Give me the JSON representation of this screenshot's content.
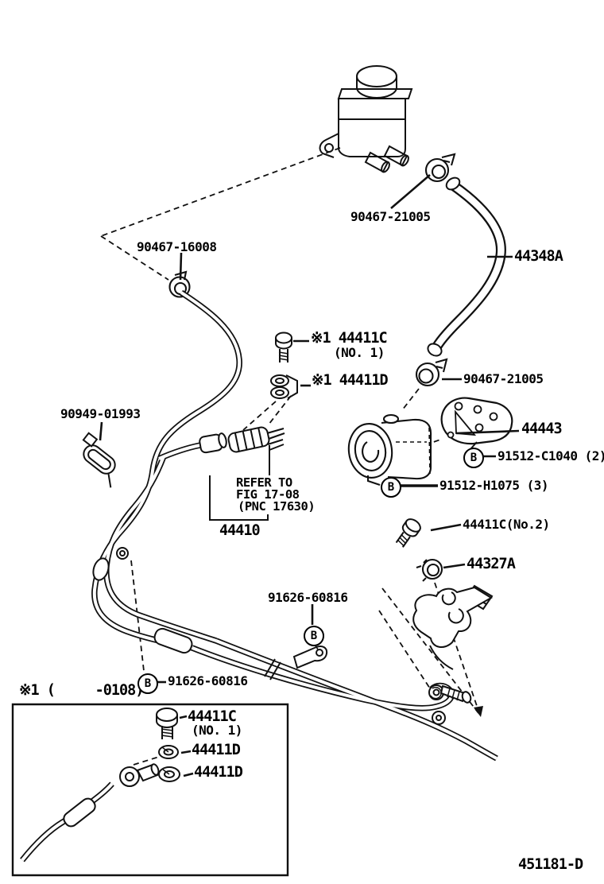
{
  "figure": {
    "code": "451181-D",
    "variant_note": "※1 (     -0108)"
  },
  "callouts": {
    "clamp_reservoir_hose": "90467-21005",
    "hose_44348A": "44348A",
    "clamp_return_hose": "90467-16008",
    "union_bolt_no1": "※1 44411C",
    "union_bolt_no1_sub": "(NO. 1)",
    "gasket_no1": "※1 44411D",
    "clamp_pump_hose": "90467-21005",
    "pump_bracket": "44443",
    "bolt_c1040": "91512-C1040 (2)",
    "bolt_h1075": "91512-H1075 (3)",
    "clip_90949": "90949-01993",
    "refer_line1": "REFER TO",
    "refer_line2": "FIG 17-08",
    "refer_line3": "(PNC 17630)",
    "tube_assembly": "44410",
    "union_bolt_no2": "44411C(No.2)",
    "clamp_44327A": "44327A",
    "bolt_91626_right": "91626-60816",
    "bolt_91626_left": "91626-60816",
    "inset_union_bolt": "44411C",
    "inset_union_bolt_sub": "(NO. 1)",
    "inset_gasket_upper": "44411D",
    "inset_gasket_lower": "44411D",
    "symbol_b": "B"
  }
}
